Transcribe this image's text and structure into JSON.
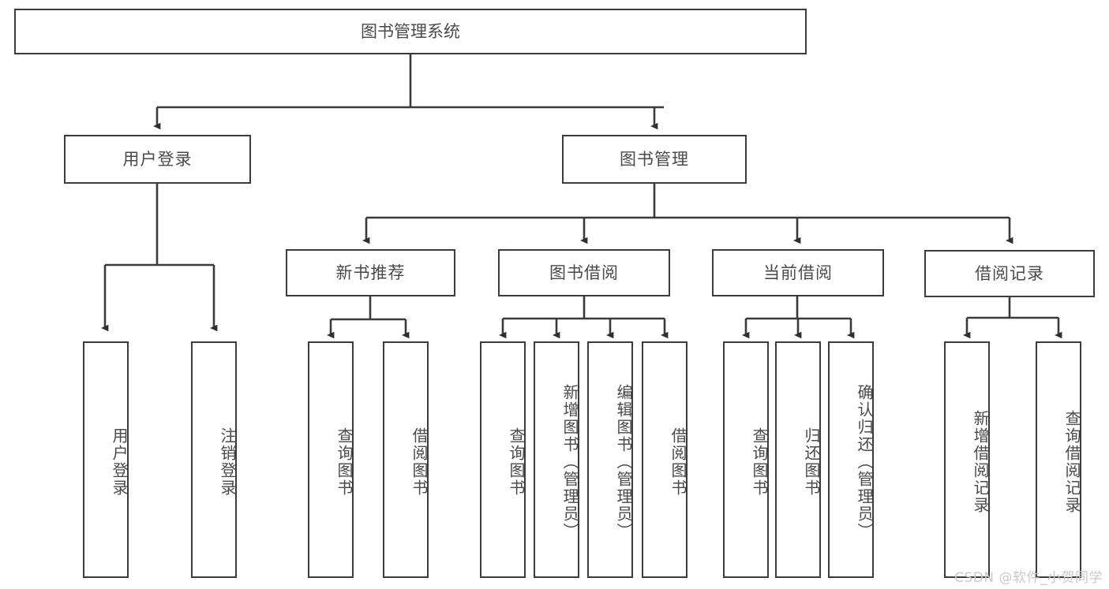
{
  "diagram": {
    "title": "图书管理系统",
    "type": "功能结构图",
    "colors": {
      "box_border": "#3b3b3b",
      "text": "#4a4a4a",
      "line": "#3b3b3b",
      "background": "#ffffff",
      "watermark": "#c9c9c9"
    }
  },
  "nodes": {
    "root": {
      "label": "图书管理系统"
    },
    "level2": [
      {
        "label": "用户登录"
      },
      {
        "label": "图书管理"
      }
    ],
    "level3": [
      {
        "label": "新书推荐"
      },
      {
        "label": "图书借阅"
      },
      {
        "label": "当前借阅"
      },
      {
        "label": "借阅记录"
      }
    ],
    "leaves": {
      "user_login": [
        {
          "label": "用户登录"
        },
        {
          "label": "注销登录"
        }
      ],
      "new_book_recommend": [
        {
          "label": "查询图书"
        },
        {
          "label": "借阅图书"
        }
      ],
      "book_borrow": [
        {
          "label": "查询图书"
        },
        {
          "label": "新增图书（管理员）"
        },
        {
          "label": "编辑图书（管理员）"
        },
        {
          "label": "借阅图书"
        }
      ],
      "current_borrow": [
        {
          "label": "查询图书"
        },
        {
          "label": "归还图书"
        },
        {
          "label": "确认归还（管理员）"
        }
      ],
      "borrow_record": [
        {
          "label": "新增借阅记录"
        },
        {
          "label": "查询借阅记录"
        }
      ]
    }
  },
  "watermark": {
    "text": "CSDN @软件_小贺同学"
  }
}
